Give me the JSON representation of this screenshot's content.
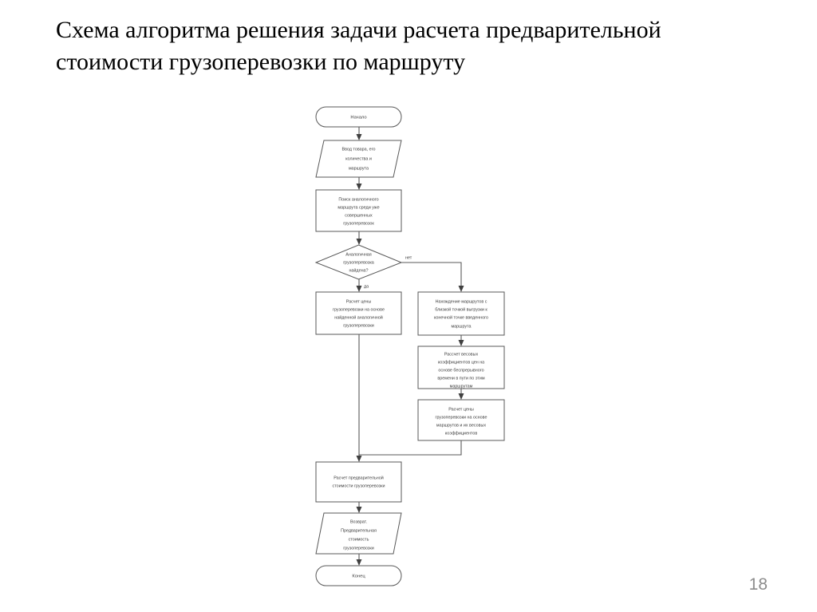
{
  "slide": {
    "title": "Схема алгоритма решения задачи расчета предварительной стоимости грузоперевозки по маршруту",
    "page_number": "18"
  },
  "chart_data": {
    "type": "diagram",
    "diagram_kind": "flowchart",
    "title": "Схема алгоритма решения задачи расчета предварительной стоимости грузоперевозки по маршруту",
    "colors": {
      "shape_fill": "#ffffff",
      "shape_stroke": "#595959",
      "text": "#3d3d3d",
      "arrow": "#404040",
      "page_number": "#8c8c8c"
    },
    "nodes": [
      {
        "id": "start",
        "shape": "terminator",
        "label": "Начало"
      },
      {
        "id": "input",
        "shape": "data",
        "label": "Ввод товара, его количества и маршрута"
      },
      {
        "id": "search",
        "shape": "process",
        "label": "Поиск аналогичного маршрута среди уже совершенных грузоперевозок"
      },
      {
        "id": "decision",
        "shape": "decision",
        "label": "Аналогичная грузоперевозка найдена?"
      },
      {
        "id": "price_analog",
        "shape": "process",
        "label": "Расчет цены грузоперевозки на основе найденной аналогичной грузоперевозки"
      },
      {
        "id": "find_routes",
        "shape": "process",
        "label": "Нахождение маршрутов с близкой точкой выгрузки к конечной точке введенного маршрута"
      },
      {
        "id": "weights",
        "shape": "process",
        "label": "Рассчет весовых коэффициентов цен на основе беспрерывного времени в пути по этим маршрутам"
      },
      {
        "id": "price_routes",
        "shape": "process",
        "label": "Расчет цены грузоперевозки на основе маршрутов и их весовых коэффициентов"
      },
      {
        "id": "prelim_cost",
        "shape": "process",
        "label": "Расчет предварительной стоимости грузоперевозки"
      },
      {
        "id": "return",
        "shape": "data",
        "label": "Возврат. Предварительная стоимость грузоперевозки"
      },
      {
        "id": "end",
        "shape": "terminator",
        "label": "Конец"
      }
    ],
    "edges": [
      {
        "from": "start",
        "to": "input",
        "label": ""
      },
      {
        "from": "input",
        "to": "search",
        "label": ""
      },
      {
        "from": "search",
        "to": "decision",
        "label": ""
      },
      {
        "from": "decision",
        "to": "price_analog",
        "label": "да"
      },
      {
        "from": "decision",
        "to": "find_routes",
        "label": "нет"
      },
      {
        "from": "find_routes",
        "to": "weights",
        "label": ""
      },
      {
        "from": "weights",
        "to": "price_routes",
        "label": ""
      },
      {
        "from": "price_analog",
        "to": "prelim_cost",
        "label": ""
      },
      {
        "from": "price_routes",
        "to": "prelim_cost",
        "label": ""
      },
      {
        "from": "prelim_cost",
        "to": "return",
        "label": ""
      },
      {
        "from": "return",
        "to": "end",
        "label": ""
      }
    ],
    "node_text": {
      "start": "Начало",
      "input_l1": "Ввод товара, его",
      "input_l2": "количества и",
      "input_l3": "маршрута",
      "search_l1": "Поиск аналогичного",
      "search_l2": "маршрута среди уже",
      "search_l3": "совершенных",
      "search_l4": "грузоперевозок",
      "decision_l1": "Аналогичная",
      "decision_l2": "грузоперевозка",
      "decision_l3": "найдена?",
      "price_analog_l1": "Расчет цены",
      "price_analog_l2": "грузоперевозки на основе",
      "price_analog_l3": "найденной аналогичной",
      "price_analog_l4": "грузоперевозки",
      "find_routes_l1": "Нахождение маршрутов с",
      "find_routes_l2": "близкой точкой выгрузки к",
      "find_routes_l3": "конечной точке введенного",
      "find_routes_l4": "маршрута",
      "weights_l1": "Рассчет весовых",
      "weights_l2": "коэффициентов цен на",
      "weights_l3": "основе беспрерывного",
      "weights_l4": "времени в пути по этим",
      "weights_l5": "маршрутам",
      "price_routes_l1": "Расчет цены",
      "price_routes_l2": "грузоперевозки на основе",
      "price_routes_l3": "маршрутов и их весовых",
      "price_routes_l4": "коэффициентов",
      "prelim_cost_l1": "Расчет предварительной",
      "prelim_cost_l2": "стоимости грузоперевозки",
      "return_l1": "Возврат.",
      "return_l2": "Предварительная",
      "return_l3": "стоимость",
      "return_l4": "грузоперевозки",
      "end": "Конец",
      "label_yes": "да",
      "label_no": "нет"
    }
  }
}
